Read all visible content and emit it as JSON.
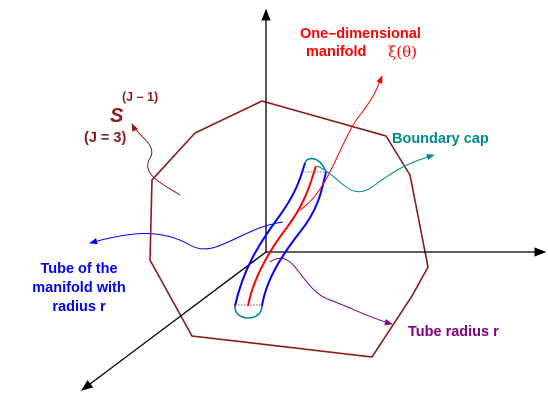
{
  "labels": {
    "one_dimensional_line1": "One–dimensional",
    "one_dimensional_line2": "manifold",
    "xi_theta": "ξ(θ)",
    "sphere_symbol": "S",
    "sphere_exponent": "(J – 1)",
    "j_value": "(J = 3)",
    "boundary_cap": "Boundary cap",
    "tube_line1": "Tube of the",
    "tube_line2": "manifold with",
    "tube_line3": "radius r",
    "tube_radius": "Tube radius r"
  },
  "colors": {
    "sphere": "#8b1a1a",
    "manifold": "#ff0000",
    "boundary_cap": "#008b8b",
    "tube": "#0000ff",
    "tube_radius": "#800080",
    "axes": "#000000"
  }
}
